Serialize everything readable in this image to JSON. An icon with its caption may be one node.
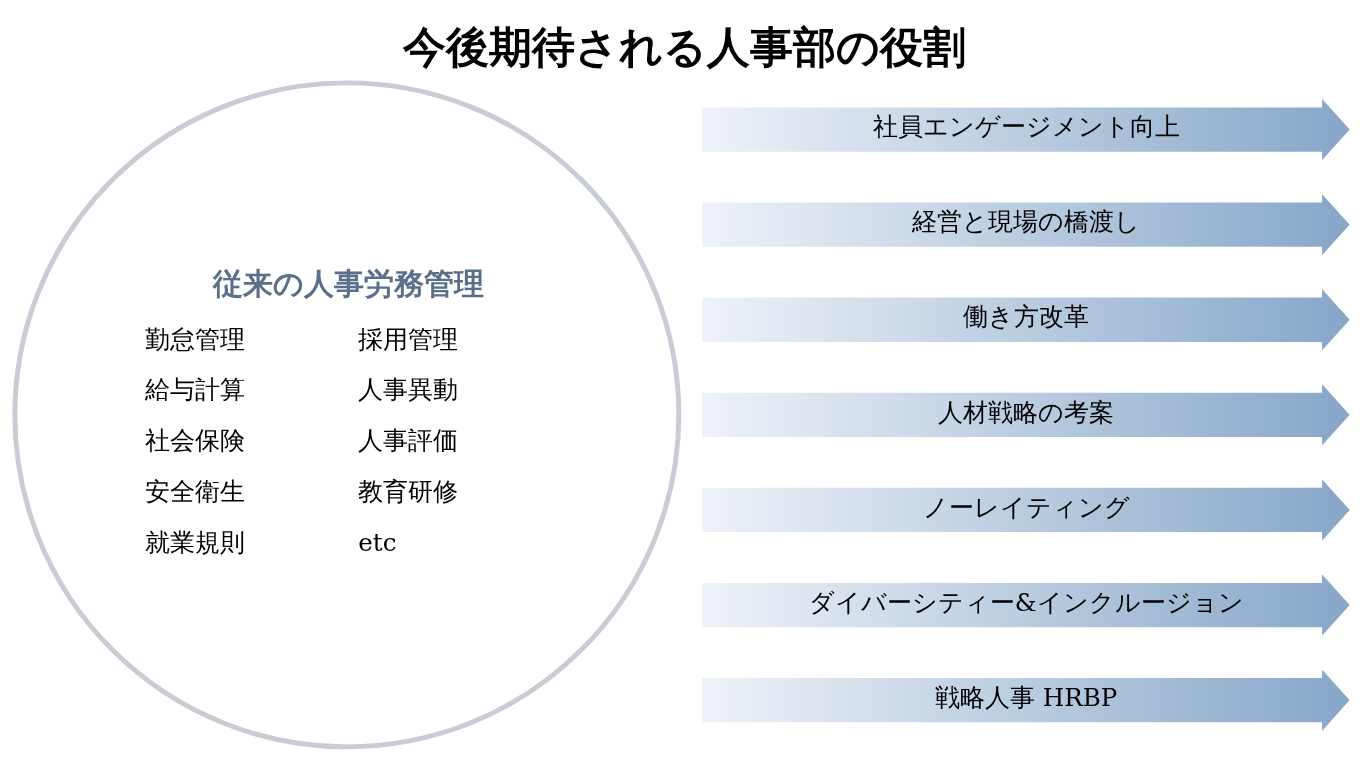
{
  "diagram": {
    "title": "今後期待される人事部の役割",
    "nodes": [
      {
        "text": [
          "従来の人事労務管理",
          "勤怠管理",
          "採用管理",
          "給与計算",
          "人事異動",
          "社会保険",
          "人事評価",
          "安全衛生",
          "教育研修",
          "就業規則",
          "etc"
        ]
      },
      {
        "text": [
          "社員エンゲージメント向上"
        ]
      },
      {
        "text": [
          "経営と現場の橋渡し"
        ]
      },
      {
        "text": [
          "働き方改革"
        ]
      },
      {
        "text": [
          "人材戦略の考案"
        ]
      },
      {
        "text": [
          "ノーレイティング"
        ]
      },
      {
        "text": [
          "ダイバーシティー&インクルージョン"
        ]
      },
      {
        "text": [
          "戦略人事 HRBP"
        ]
      }
    ]
  }
}
